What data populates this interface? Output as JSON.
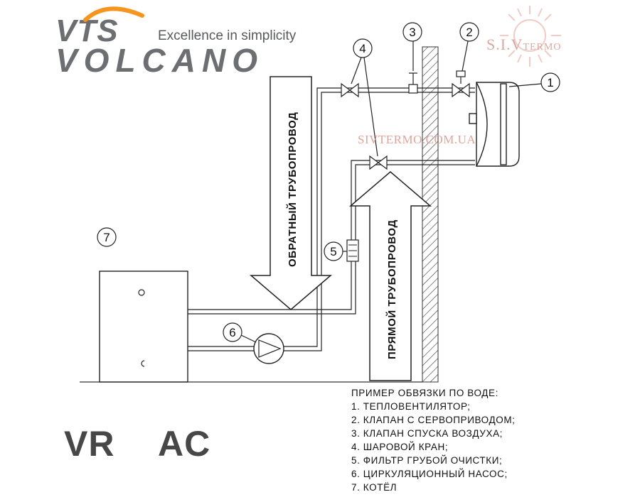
{
  "logo": {
    "line1": "VTS",
    "line2": "VOLCANO",
    "tagline": "Excellence in simplicity"
  },
  "watermarks": {
    "brand": "S.I.V",
    "brand_suffix": "TERMO",
    "site": "SIVTERMO.COM.UA"
  },
  "diagram": {
    "return_pipe_label": "ОБРАТНЫЙ ТРУБОПРОВОД",
    "supply_pipe_label": "ПРЯМОЙ ТРУБОПРОВОД",
    "callouts": [
      "1",
      "2",
      "3",
      "4",
      "5",
      "6",
      "7"
    ]
  },
  "legend": {
    "title": "ПРИМЕР ОБВЯЗКИ ПО ВОДЕ:",
    "items": [
      "1. ТЕПЛОВЕНТИЛЯТОР;",
      "2. КЛАПАН С СЕРВОПРИВОДОМ;",
      "3. КЛАПАН СПУСКА ВОЗДУХА;",
      "4. ШАРОВОЙ КРАН;",
      "5. ФИЛЬТР ГРУБОЙ ОЧИСТКИ;",
      "6. ЦИРКУЛЯЦИОННЫЙ НАСОС;",
      "7. КОТЁЛ"
    ]
  },
  "models": [
    "VR",
    "AC"
  ],
  "colors": {
    "logo_grey": "#6d6e71",
    "logo_orange": "#f7941d",
    "watermark": "#e4a39a",
    "line": "#222222"
  }
}
